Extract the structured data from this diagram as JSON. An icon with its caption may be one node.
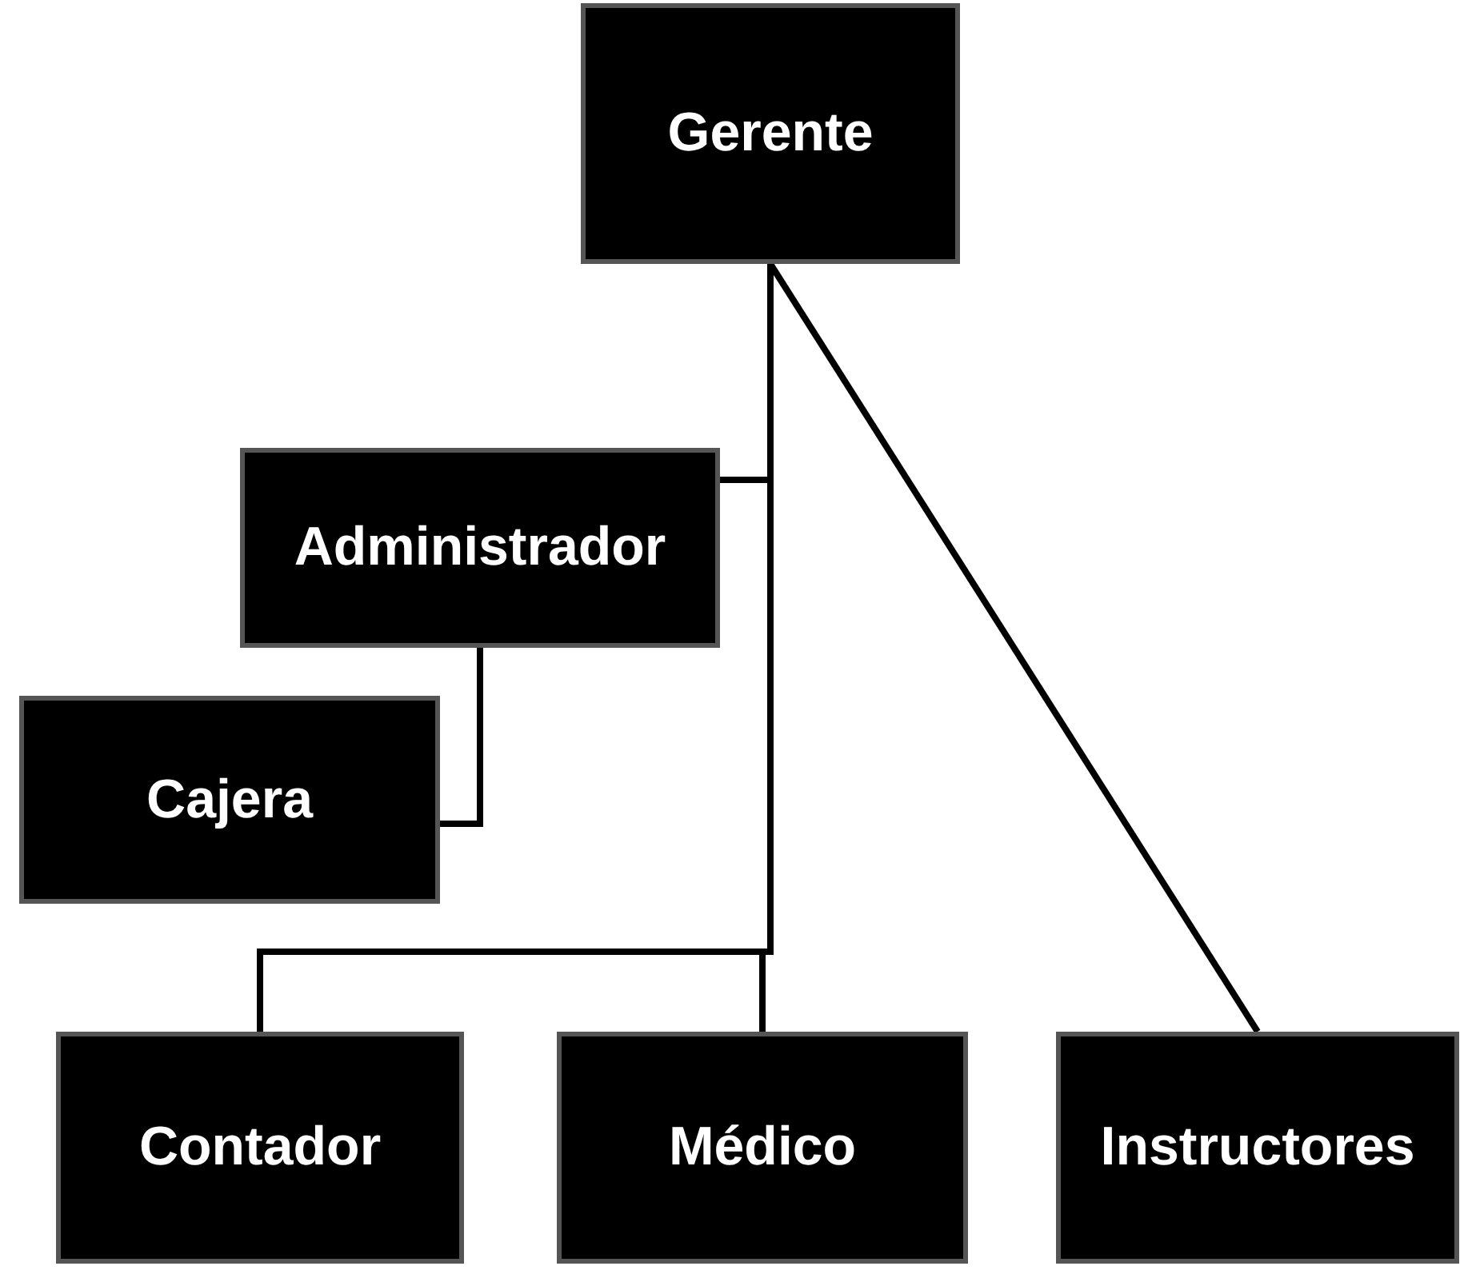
{
  "diagram": {
    "nodes": [
      {
        "text": [
          "Gerente"
        ]
      },
      {
        "text": [
          "Administrador"
        ]
      },
      {
        "text": [
          "Cajera"
        ]
      },
      {
        "text": [
          "Contador"
        ]
      },
      {
        "text": [
          "Médico"
        ]
      },
      {
        "text": [
          "Instructores"
        ]
      }
    ],
    "edges": [
      {
        "from": 0,
        "to": 1,
        "arrow": "none"
      },
      {
        "from": 1,
        "to": 2,
        "arrow": "none"
      },
      {
        "from": 0,
        "to": 3,
        "arrow": "none"
      },
      {
        "from": 0,
        "to": 4,
        "arrow": "none"
      },
      {
        "from": 0,
        "to": 5,
        "arrow": "none"
      }
    ]
  }
}
